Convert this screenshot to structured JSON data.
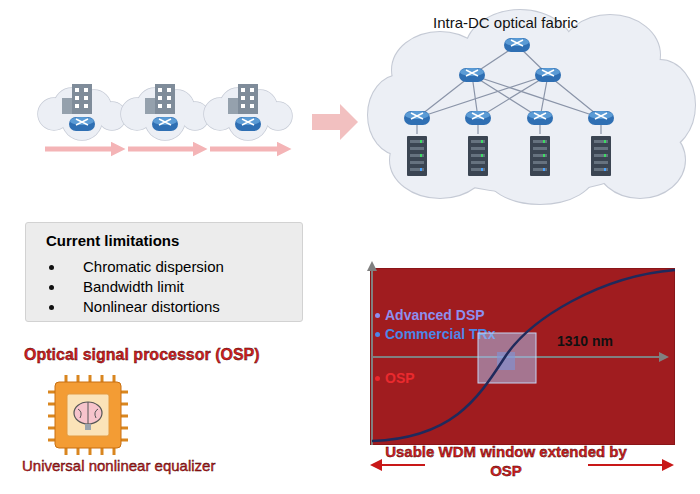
{
  "diagram": {
    "nodes": [
      {
        "text": [
          "Intra-DC optical fabric"
        ]
      },
      {
        "text": [
          "Current limitations",
          "Chromatic dispersion",
          "Bandwidth limit",
          "Nonlinear distortions"
        ]
      },
      {
        "text": [
          "Advanced DSP",
          "Commercial TRx",
          "OSP",
          "1310 nm"
        ]
      }
    ],
    "labels": [
      "Optical signal processor (OSP)",
      "Universal nonlinear equalizer",
      "Usable WDM window extended by OSP"
    ]
  }
}
